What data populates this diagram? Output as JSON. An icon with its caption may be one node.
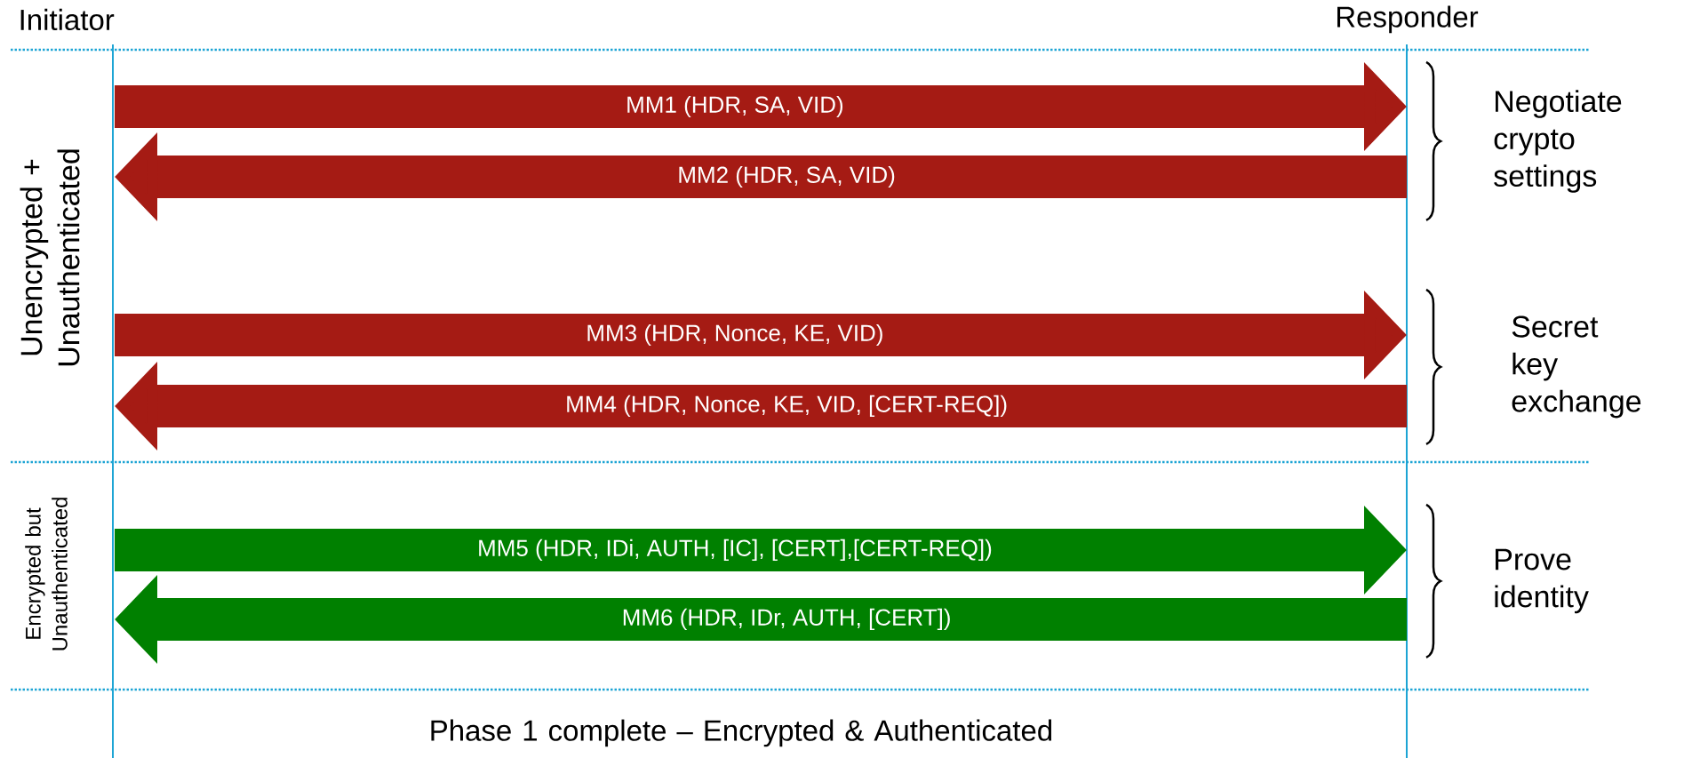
{
  "diagram": {
    "nodes": [
      {
        "text": [
          "Initiator"
        ]
      },
      {
        "text": [
          "Responder"
        ]
      }
    ],
    "edges": [
      {
        "from": 0,
        "to": 1,
        "arrow": "to",
        "label": "MM1 (HDR, SA, VID)"
      },
      {
        "from": 1,
        "to": 0,
        "arrow": "to",
        "label": "MM2 (HDR, SA, VID)"
      },
      {
        "from": 0,
        "to": 1,
        "arrow": "to",
        "label": "MM3 (HDR, Nonce, KE, VID)"
      },
      {
        "from": 1,
        "to": 0,
        "arrow": "to",
        "label": "MM4 (HDR, Nonce, KE, VID, [CERT-REQ])"
      },
      {
        "from": 0,
        "to": 1,
        "arrow": "to",
        "label": "MM5 (HDR, IDi, AUTH, [IC], [CERT],[CERT-REQ])",
        "color": "#008000"
      },
      {
        "from": 1,
        "to": 0,
        "arrow": "to",
        "label": "MM6 (HDR, IDr, AUTH, [CERT])",
        "color": "#008000"
      }
    ],
    "labels": [
      "Unencrypted + Unauthenticated",
      "Negotiate crypto settings",
      "Secret key exchange",
      "Encrypted but Unauthenticated",
      "Prove identity",
      "Phase 1 complete – Encrypted & Authenticated"
    ]
  }
}
